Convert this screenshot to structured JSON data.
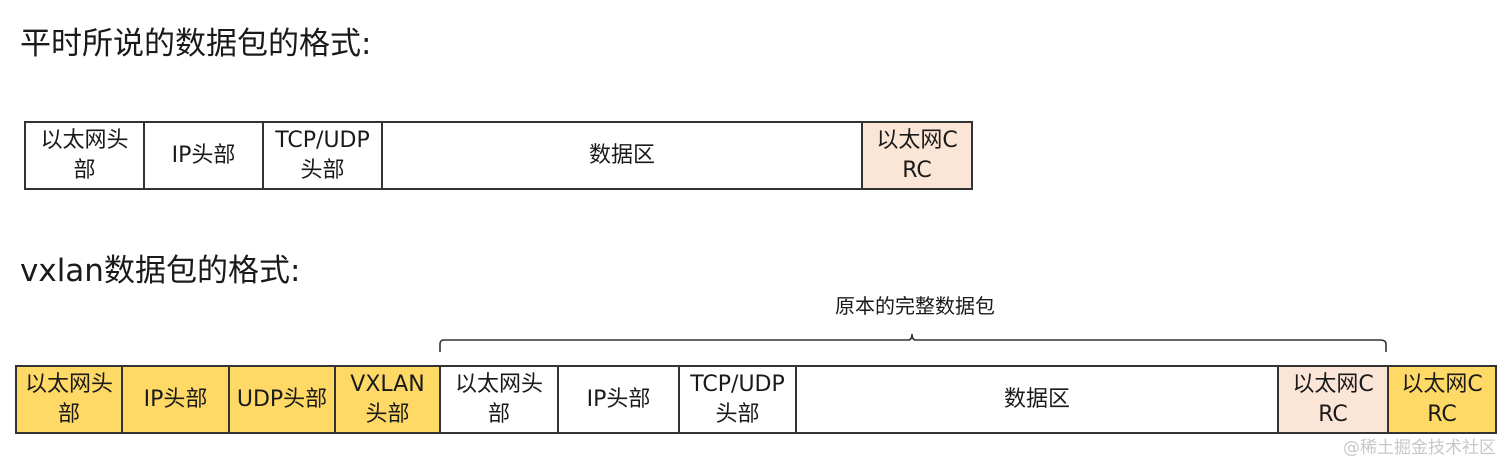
{
  "normal_packet": {
    "title": "平时所说的数据包的格式:",
    "cells": [
      {
        "label": "以太网头部",
        "fill": "#ffffff"
      },
      {
        "label": "IP头部",
        "fill": "#ffffff"
      },
      {
        "label": "TCP/UDP头部",
        "fill": "#ffffff"
      },
      {
        "label": "数据区",
        "fill": "#ffffff"
      },
      {
        "label": "以太网CRC",
        "fill": "#fbe5d6"
      }
    ]
  },
  "vxlan_packet": {
    "title": "vxlan数据包的格式:",
    "brace_label": "原本的完整数据包",
    "cells": [
      {
        "label": "以太网头部",
        "fill": "#ffd966"
      },
      {
        "label": "IP头部",
        "fill": "#ffd966"
      },
      {
        "label": "UDP头部",
        "fill": "#ffd966"
      },
      {
        "label": "VXLAN头部",
        "fill": "#ffd966"
      },
      {
        "label": "以太网头部",
        "fill": "#ffffff"
      },
      {
        "label": "IP头部",
        "fill": "#ffffff"
      },
      {
        "label": "TCP/UDP头部",
        "fill": "#ffffff"
      },
      {
        "label": "数据区",
        "fill": "#ffffff"
      },
      {
        "label": "以太网CRC",
        "fill": "#fbe5d6"
      },
      {
        "label": "以太网CRC",
        "fill": "#ffd966"
      }
    ]
  },
  "watermark": "@稀土掘金技术社区",
  "colors": {
    "border": "#333333",
    "peach": "#fbe5d6",
    "yellow": "#ffd966"
  }
}
